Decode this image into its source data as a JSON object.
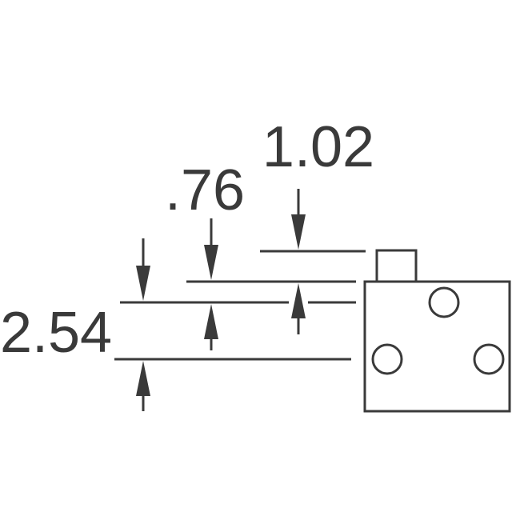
{
  "dimensions": {
    "top_label": "1.02",
    "middle_label": ".76",
    "left_label": "2.54"
  },
  "colors": {
    "line": "#3a3a3a",
    "background": "#ffffff"
  }
}
